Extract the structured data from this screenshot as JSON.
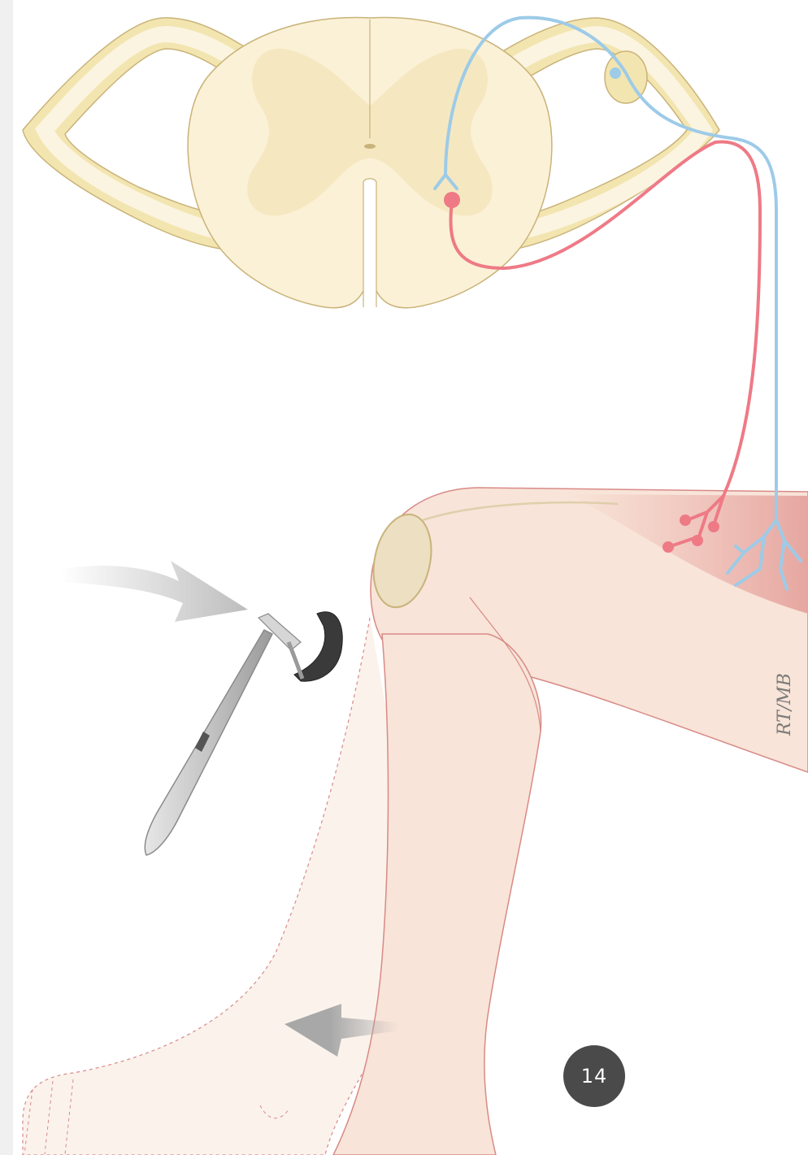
{
  "figure": {
    "signature": "RT/MB",
    "page_number": "14",
    "icons": [
      "spinal-cord-cross-section",
      "sensory-neuron",
      "motor-neuron",
      "reflex-hammer",
      "knee",
      "motion-arrow"
    ],
    "colors": {
      "sensory": "#9dcbe8",
      "motor": "#ee7a86",
      "grey_matter": "#f5e8c1",
      "white_matter": "#fbf4e1",
      "nerve_sheath": "#f2e2a4",
      "skin": "#f8e4d8",
      "skin_outline": "#d88a86",
      "muscle": "#ecb3ad",
      "arrow": "#bdbdbd",
      "badge": "#4a4a4a"
    }
  }
}
